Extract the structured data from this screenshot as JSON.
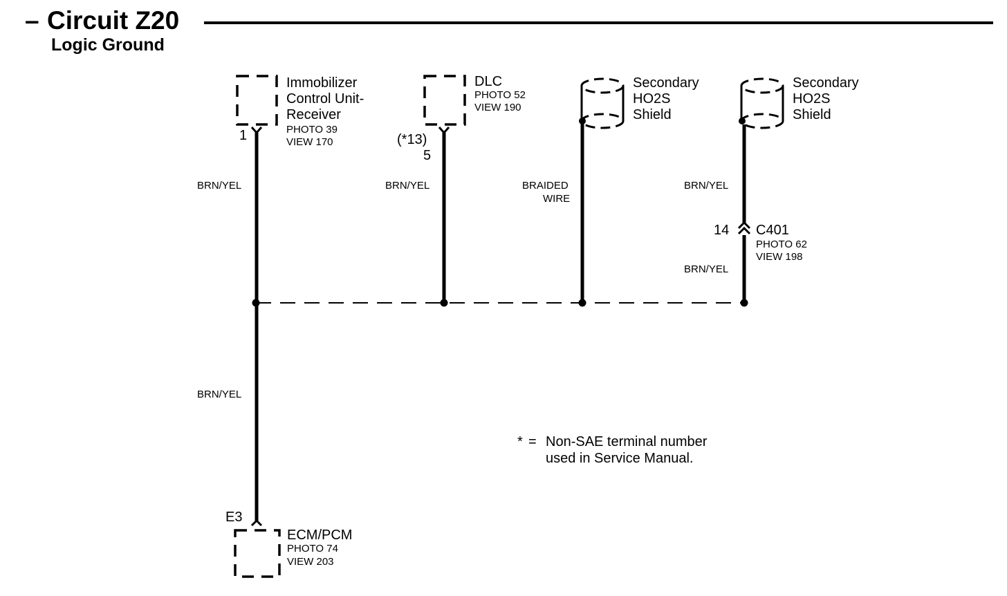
{
  "header": {
    "dash": "–",
    "title": "Circuit Z20",
    "subtitle": "Logic Ground"
  },
  "components": {
    "immobilizer": {
      "name_lines": [
        "Immobilizer",
        "Control Unit-",
        "Receiver"
      ],
      "photo": "PHOTO 39",
      "view": "VIEW 170",
      "pin": "1"
    },
    "dlc": {
      "name_lines": [
        "DLC"
      ],
      "photo": "PHOTO 52",
      "view": "VIEW 190",
      "pin_alt": "(*13)",
      "pin": "5"
    },
    "shield_1": {
      "name_lines": [
        "Secondary",
        "HO2S",
        "Shield"
      ]
    },
    "shield_2": {
      "name_lines": [
        "Secondary",
        "HO2S",
        "Shield"
      ]
    },
    "ecm": {
      "name_lines": [
        "ECM/PCM"
      ],
      "photo": "PHOTO 74",
      "view": "VIEW 203",
      "pin": "E3"
    }
  },
  "wires": {
    "immobilizer_wire": "BRN/YEL",
    "dlc_wire": "BRN/YEL",
    "braided_lines": [
      "BRAIDED",
      "WIRE"
    ],
    "shield2_wire_top": "BRN/YEL",
    "shield2_wire_bottom": "BRN/YEL",
    "ecm_wire": "BRN/YEL"
  },
  "connector": {
    "pin": "14",
    "name": "C401",
    "photo": "PHOTO 62",
    "view": "VIEW 198"
  },
  "note": {
    "symbol": "*",
    "equals": "=",
    "lines": [
      "Non-SAE terminal number",
      "used in Service Manual."
    ]
  }
}
